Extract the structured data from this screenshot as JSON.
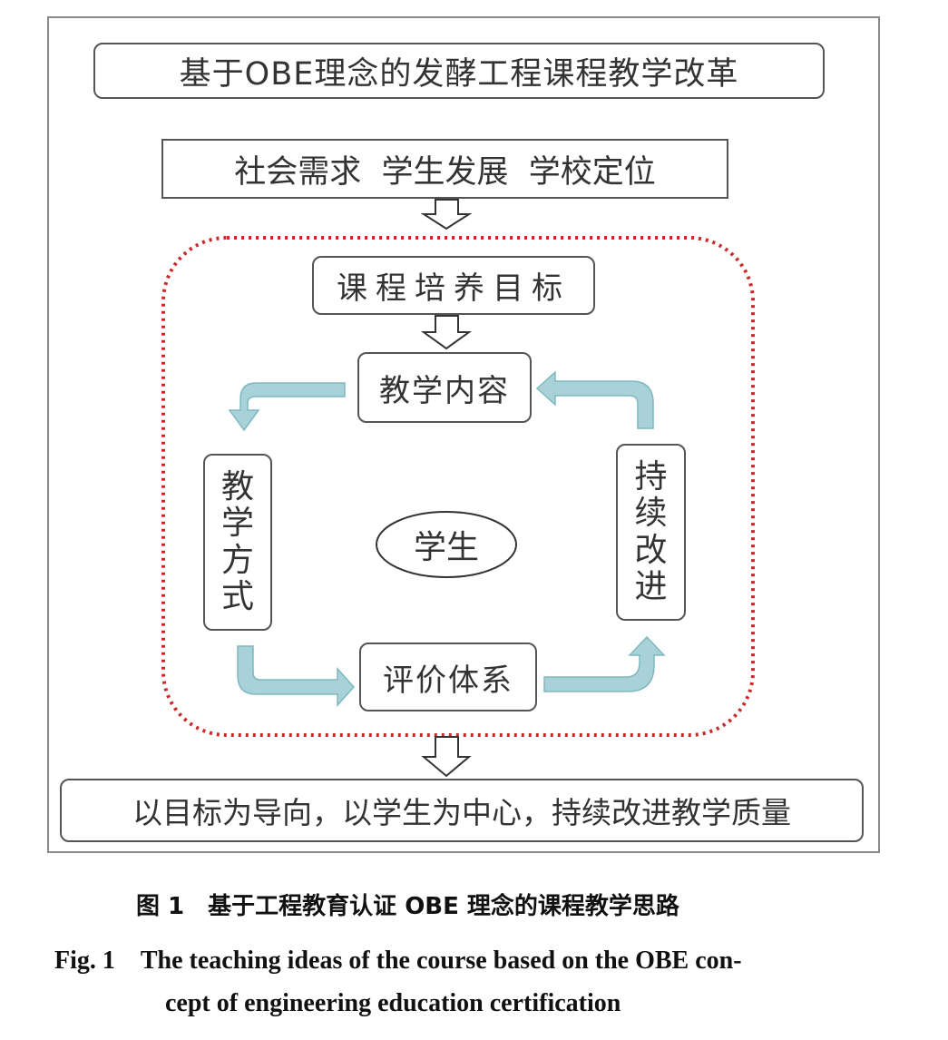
{
  "diagram": {
    "title": "基于OBE理念的发酵工程课程教学改革",
    "drivers": "社会需求  学生发展  学校定位",
    "objective": "课程培养目标",
    "center": "学生",
    "cycle": {
      "content": "教学内容",
      "method": [
        "教",
        "学",
        "方",
        "式"
      ],
      "evaluation": "评价体系",
      "improve": [
        "持",
        "续",
        "改",
        "进"
      ]
    },
    "outcome": "以目标为导向，以学生为中心，持续改进教学质量",
    "colors": {
      "dotted_boundary": "#cc2a2a",
      "cycle_arrow_fill": "#a8d2d8",
      "cycle_arrow_stroke": "#7fb8c1",
      "box_border": "#555555",
      "frame_border": "#8a8a8a"
    }
  },
  "caption": {
    "zh": "图 1　基于工程教育认证 OBE 理念的课程教学思路",
    "en_line1": "Fig. 1　The teaching ideas of the course based on the OBE con-",
    "en_line2": "cept of engineering education certification"
  }
}
